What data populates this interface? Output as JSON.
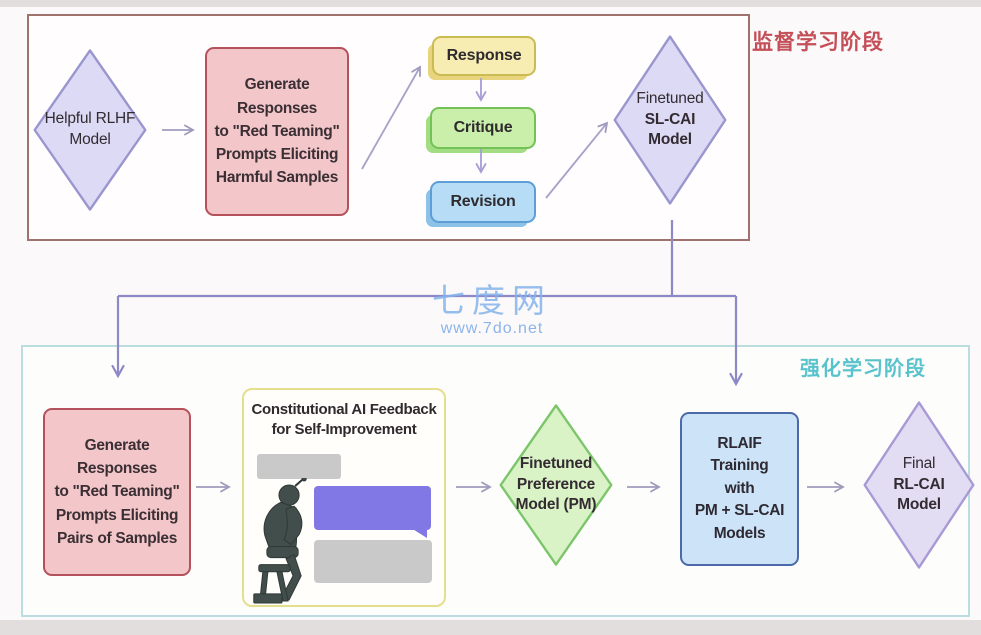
{
  "watermark": {
    "title": "七度网",
    "url": "www.7do.net"
  },
  "sl_phase": {
    "label": "监督学习阶段",
    "helpful_diamond": {
      "line1": "Helpful RLHF",
      "line2": "Model"
    },
    "generate_box": {
      "line1": "Generate Responses",
      "line2": "to \"Red Teaming\"",
      "line3": "Prompts Eliciting",
      "line4": "Harmful Samples"
    },
    "response_label": "Response",
    "critique_label": "Critique",
    "revision_label": "Revision",
    "slcai_diamond": {
      "line1": "Finetuned",
      "line2": "SL-CAI",
      "line3": "Model"
    }
  },
  "rl_phase": {
    "label": "强化学习阶段",
    "generate_box": {
      "line1": "Generate Responses",
      "line2": "to \"Red Teaming\"",
      "line3": "Prompts Eliciting",
      "line4": "Pairs of Samples"
    },
    "cai_feedback": {
      "title_line1": "Constitutional AI Feedback",
      "title_line2": "for Self-Improvement"
    },
    "pm_diamond": {
      "line1": "Finetuned",
      "line2": "Preference",
      "line3": "Model (PM)"
    },
    "rlaif_box": {
      "line1": "RLAIF",
      "line2": "Training",
      "line3": "with",
      "line4": "PM + SL-CAI",
      "line5": "Models"
    },
    "final_diamond": {
      "line1": "Final",
      "line2": "RL-CAI",
      "line3": "Model"
    }
  },
  "colors": {
    "sl_phase_label": "#c44f58",
    "rl_phase_label": "#59c3cd",
    "sl_box_border": "#a0726d",
    "rl_box_border": "#bcdde0",
    "pink_fill": "#f3c6c9",
    "pink_border": "#b4515b",
    "lavender_fill": "#dcdaf4",
    "lavender_border": "#9996cf",
    "response_fill": "#f7edb2",
    "critique_fill": "#c9efab",
    "revision_fill": "#b7ddf6",
    "pm_diamond_fill": "#d9f3c7",
    "rlaif_fill": "#cde4f8",
    "rlaif_border": "#4c69a9",
    "final_diamond_fill": "#e3ddf4",
    "cai_box_border": "#e5df8d",
    "connector_purple": "#8d89c7",
    "watermark_blue": "#84b3ec",
    "purple_bar": "#8278e5",
    "gray_bar": "#c9c9c9"
  }
}
